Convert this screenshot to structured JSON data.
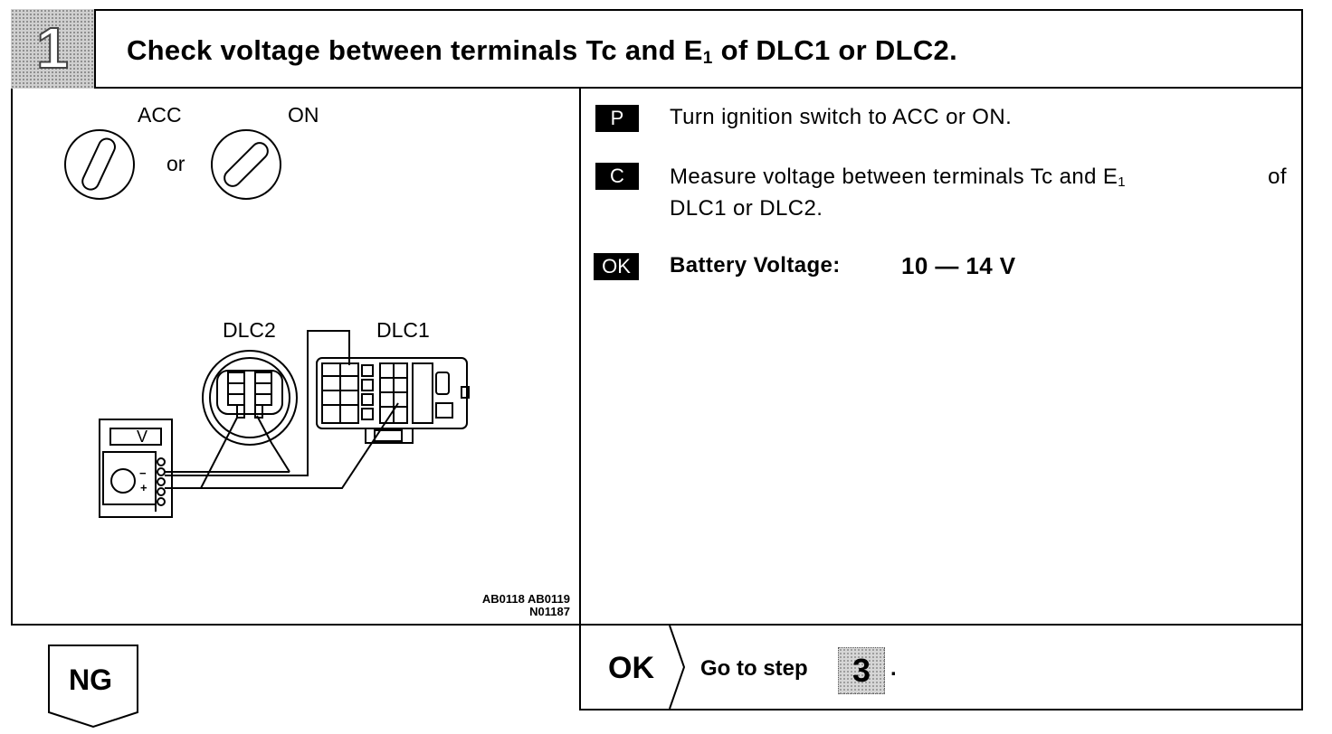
{
  "header": {
    "step_number": "1",
    "title_part1": "Check voltage between terminals Tc and E",
    "title_sub": "1",
    "title_part2": " of DLC1 or DLC2."
  },
  "diagram": {
    "acc_label": "ACC",
    "on_label": "ON",
    "or_label": "or",
    "dlc2_label": "DLC2",
    "dlc1_label": "DLC1",
    "meter_label": "V",
    "minus_label": "−",
    "plus_label": "+",
    "code_line1": "AB0118  AB0119",
    "code_line2": "N01187"
  },
  "procedure": {
    "p_badge": "P",
    "p_text": "Turn ignition switch to ACC or ON.",
    "c_badge": "C",
    "c_text_part1": "Measure voltage between terminals Tc and E",
    "c_text_sub": "1",
    "c_text_part2": " of",
    "c_text_line2": "DLC1 or DLC2.",
    "ok_badge": "OK",
    "ok_text": "Battery Voltage:",
    "ok_value": "10 — 14 V"
  },
  "result": {
    "ok_label": "OK",
    "goto_text": "Go to step",
    "goto_step": "3",
    "period": ".",
    "ng_label": "NG"
  }
}
